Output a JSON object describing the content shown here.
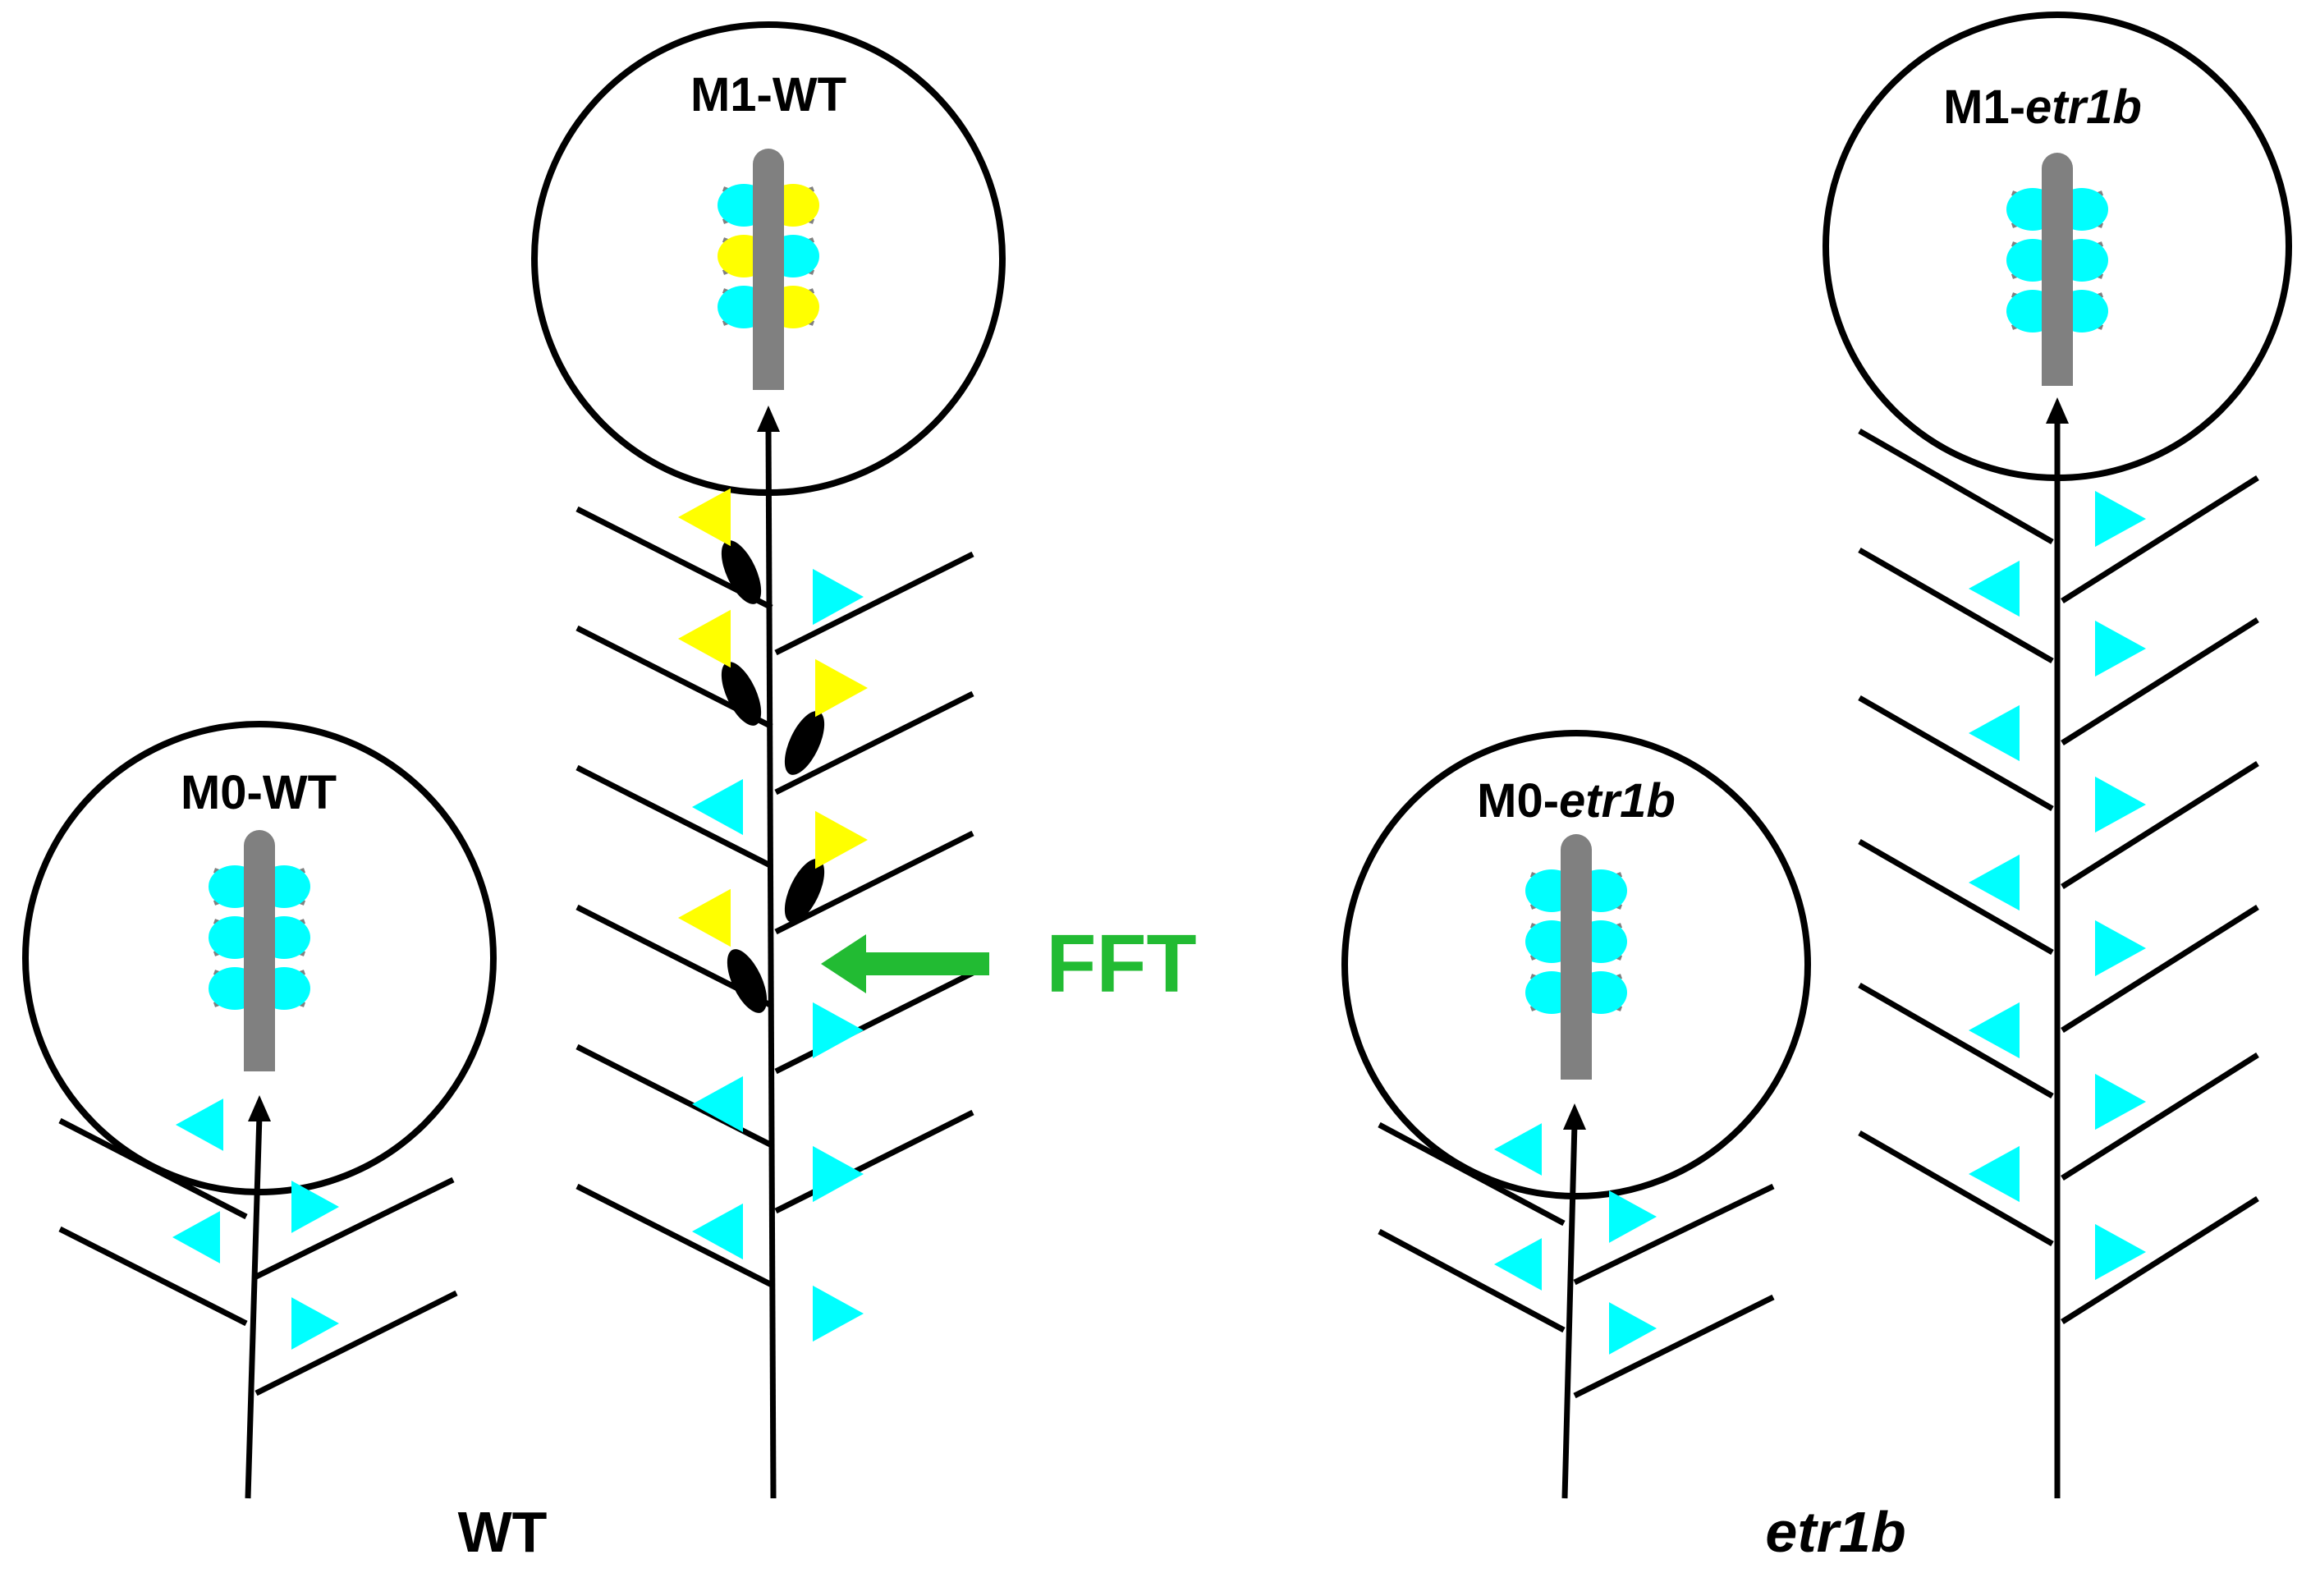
{
  "colors": {
    "stem": "#000000",
    "meristem": "#808080",
    "vegetative": "#00ffff",
    "reproductive": "#ffff00",
    "fft_arrow": "#22bb33",
    "fft_text": "#22bb33"
  },
  "labels": {
    "m0_wt": {
      "prefix": "M0-",
      "suffix": "WT"
    },
    "m1_wt": {
      "prefix": "M1-",
      "suffix": "WT"
    },
    "m0_mut": {
      "prefix": "M0-",
      "suffix": "etr1b"
    },
    "m1_mut": {
      "prefix": "M1-",
      "suffix": "etr1b"
    },
    "fft": "FFT",
    "group_wt": "WT",
    "group_mut": "etr1b"
  }
}
